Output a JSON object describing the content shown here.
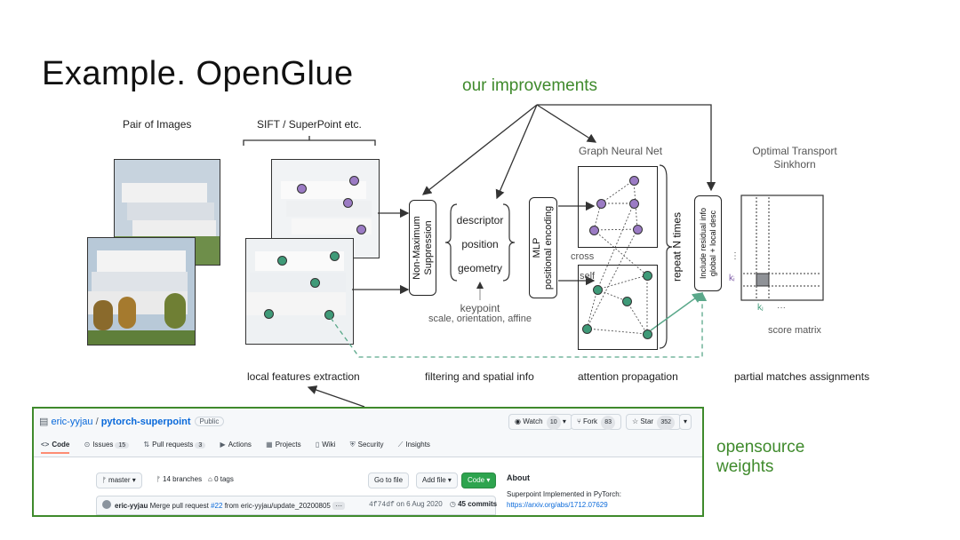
{
  "title": "Example. OpenGlue",
  "notes": {
    "improvements": "our improvements",
    "opensource_line1": "opensource",
    "opensource_line2": "weights"
  },
  "pipeline": {
    "pair_of_images": "Pair of Images",
    "features_method": "SIFT / SuperPoint etc.",
    "nms_line1": "Non-Maximum",
    "nms_line2": "Suppression",
    "attr_descriptor": "descriptor",
    "attr_position": "position",
    "attr_geometry": "geometry",
    "keypoint": "keypoint",
    "keypoint_detail": "scale, orientation, affine",
    "mlp_line1": "MLP",
    "mlp_line2": "positional encoding",
    "gnn_title": "Graph Neural Net",
    "cross": "cross",
    "self": "self",
    "repeat": "repeat N times",
    "residual_line1": "Include residual info",
    "residual_line2": "global + local desc",
    "ot_line1": "Optimal Transport",
    "ot_line2": "Sinkhorn",
    "ki": "kᵢ",
    "kj": "kⱼ",
    "vdots": "⋮",
    "hdots": "···",
    "score_matrix": "score matrix"
  },
  "stage_labels": {
    "local_features": "local features extraction",
    "filtering": "filtering and spatial info",
    "attention": "attention propagation",
    "partial_matches": "partial matches assignments"
  },
  "colors": {
    "green_accent": "#3f8a2c",
    "purple_node": "#9b7bc4",
    "teal_node": "#3f9a78",
    "dashed_link": "#5aa88a"
  },
  "github": {
    "owner": "eric-yyjau",
    "separator": " / ",
    "repo": "pytorch-superpoint",
    "visibility": "Public",
    "watch_label": "Watch",
    "watch_count": "10",
    "fork_label": "Fork",
    "fork_count": "83",
    "star_label": "Star",
    "star_count": "352",
    "tabs": [
      {
        "icon": "<>",
        "label": "Code",
        "count": ""
      },
      {
        "icon": "⊙",
        "label": "Issues",
        "count": "15"
      },
      {
        "icon": "⇅",
        "label": "Pull requests",
        "count": "3"
      },
      {
        "icon": "▶",
        "label": "Actions",
        "count": ""
      },
      {
        "icon": "▦",
        "label": "Projects",
        "count": ""
      },
      {
        "icon": "▯",
        "label": "Wiki",
        "count": ""
      },
      {
        "icon": "⛨",
        "label": "Security",
        "count": ""
      },
      {
        "icon": "⟋",
        "label": "Insights",
        "count": ""
      }
    ],
    "branch": "master",
    "branches": "14 branches",
    "tags": "0 tags",
    "go_to_file": "Go to file",
    "add_file": "Add file",
    "code_button": "Code",
    "commit_author": "eric-yyjau",
    "commit_msg_prefix": "Merge pull request",
    "commit_pr": "#22",
    "commit_msg_suffix": "from eric-yyjau/update_20200805",
    "commit_ellipsis": "···",
    "commit_hash": "4f74df",
    "commit_date": "on 6 Aug 2020",
    "commit_count": "45 commits",
    "about_title": "About",
    "about_desc": "Superpoint Implemented in PyTorch:",
    "about_link": "https://arxiv.org/abs/1712.07629"
  }
}
